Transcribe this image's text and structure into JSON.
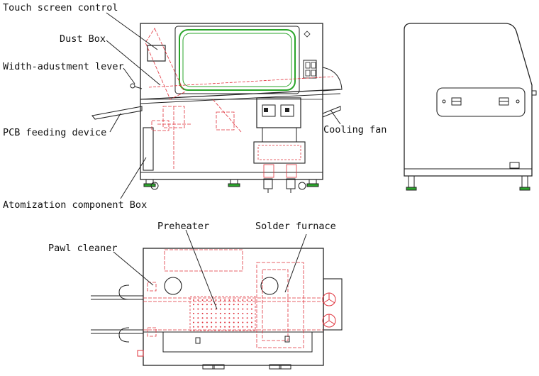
{
  "labels": {
    "touch_screen": "Touch screen control",
    "dust_box": "Dust Box",
    "width_lever": "Width-adustment lever",
    "pcb_feeding": "PCB feeding device",
    "atomization": "Atomization component Box",
    "cooling_fan": "Cooling fan",
    "pawl_cleaner": "Pawl cleaner",
    "preheater": "Preheater",
    "solder_furnace": "Solder furnace"
  },
  "colors": {
    "outline": "#222222",
    "hidden_detail": "#e0303a",
    "window_frame": "#2aa52a",
    "background": "#ffffff"
  }
}
